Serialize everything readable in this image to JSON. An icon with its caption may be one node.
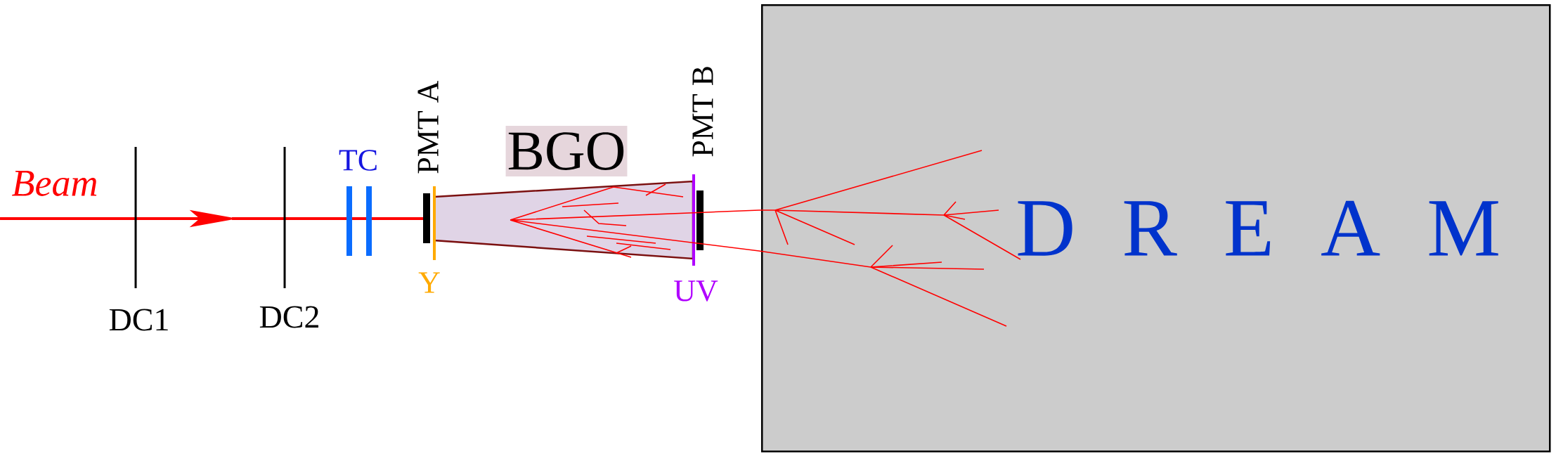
{
  "diagram": {
    "nodes": [
      {
        "text": [
          "D R E A M"
        ]
      },
      {
        "text": [
          "BGO"
        ]
      },
      {
        "text": [],
        "shape": "trapezoid"
      }
    ],
    "labels": [
      "Beam",
      "DC1",
      "DC2",
      "TC",
      "PMT A",
      "Y",
      "PMT B",
      "UV"
    ]
  }
}
